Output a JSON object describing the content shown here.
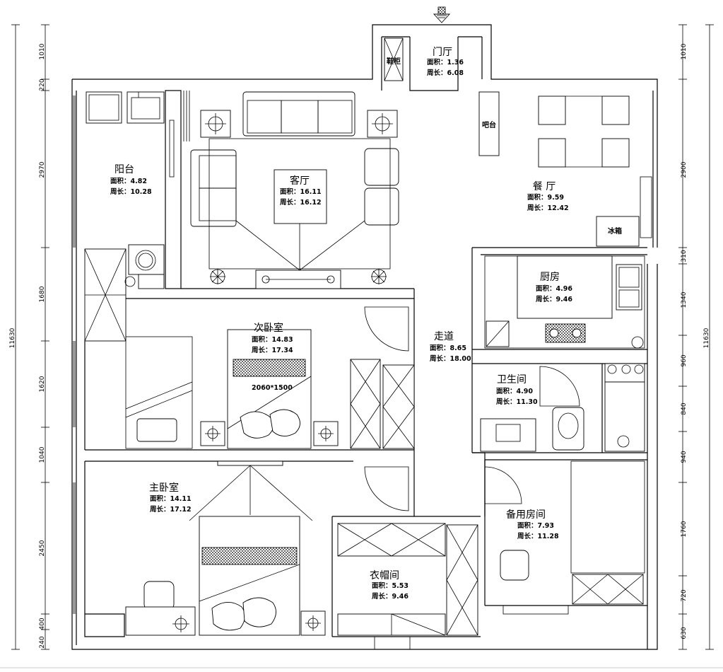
{
  "rooms": {
    "foyer": {
      "name": "门厅",
      "area": "面积：1.36",
      "perimeter": "周长：6.08"
    },
    "balcony": {
      "name": "阳台",
      "area": "面积：4.82",
      "perimeter": "周长：10.28"
    },
    "living": {
      "name": "客厅",
      "area": "面积：16.11",
      "perimeter": "周长：16.12"
    },
    "dining": {
      "name": "餐  厅",
      "area": "面积：9.59",
      "perimeter": "周长：12.42"
    },
    "kitchen": {
      "name": "厨房",
      "area": "面积：4.96",
      "perimeter": "周长：9.46"
    },
    "bedroom2": {
      "name": "次卧室",
      "area": "面积：14.83",
      "perimeter": "周长：17.34"
    },
    "corridor": {
      "name": "走道",
      "area": "面积：8.65",
      "perimeter": "周长：18.00"
    },
    "bathroom": {
      "name": "卫生间",
      "area": "面积：4.90",
      "perimeter": "周长：11.30"
    },
    "master": {
      "name": "主卧室",
      "area": "面积：14.11",
      "perimeter": "周长：17.12"
    },
    "closet": {
      "name": "衣帽间",
      "area": "面积：5.53",
      "perimeter": "周长：9.46"
    },
    "spare": {
      "name": "备用房间",
      "area": "面积：7.93",
      "perimeter": "周长：11.28"
    }
  },
  "labels": {
    "shoe_cabinet": "鞋柜",
    "bar": "吧台",
    "fridge": "冰箱",
    "bed_size": "2060*1500"
  },
  "dimensions": {
    "left": [
      "1010",
      "220",
      "2970",
      "1680",
      "1620",
      "1040",
      "2450",
      "240",
      "400"
    ],
    "left_total": "11630",
    "right": [
      "1010",
      "2900",
      "310",
      "1340",
      "960",
      "840",
      "940",
      "1760",
      "720",
      "630"
    ],
    "right_total": "11630"
  }
}
